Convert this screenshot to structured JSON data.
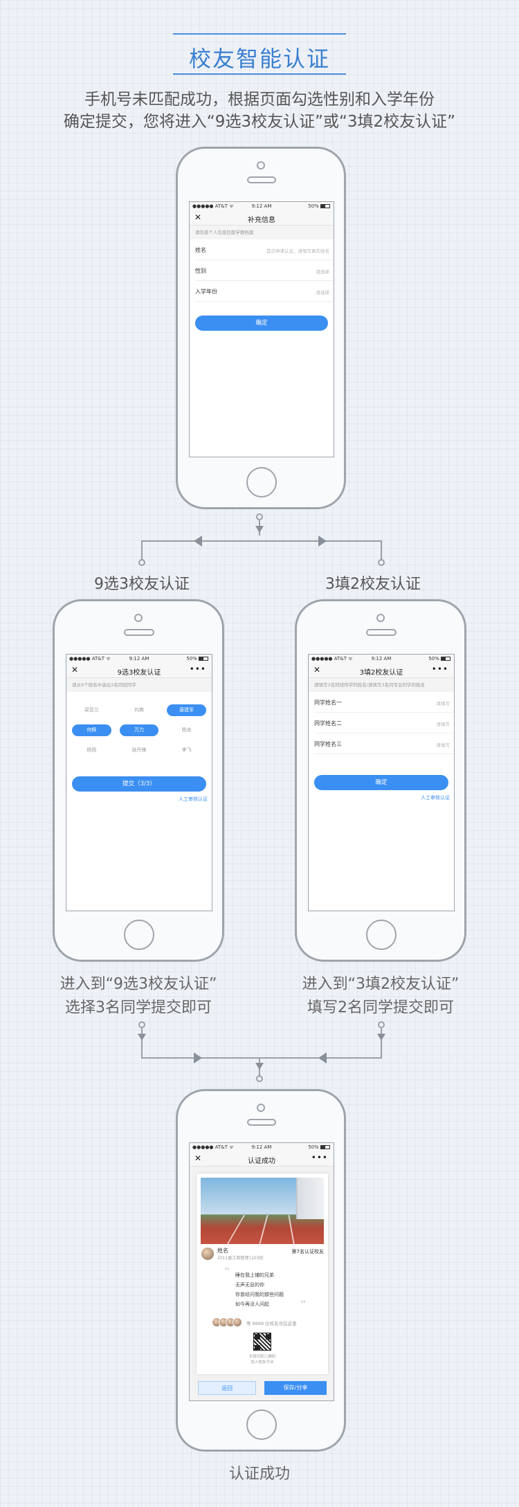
{
  "header": {
    "title": "校友智能认证",
    "intro_line1": "手机号未匹配成功，根据页面勾选性别和入学年份",
    "intro_line2": "确定提交，您将进入“9选3校友认证”或“3填2校友认证”"
  },
  "status_bar": {
    "carrier": "●●●●● AT&T ᯤ",
    "time": "9:12 AM",
    "battery": "50%"
  },
  "phone1": {
    "nav_title": "补充信息",
    "hint": "请完善个人信息匹配学籍档案",
    "fields": [
      {
        "label": "姓名",
        "placeholder": "首次申请认证，请填写真实姓名"
      },
      {
        "label": "性别",
        "placeholder": "请选择"
      },
      {
        "label": "入学年份",
        "placeholder": "请选择"
      }
    ],
    "confirm": "确定"
  },
  "branch_left": {
    "title": "9选3校友认证",
    "nav_title": "9选3校友认证",
    "hint": "请从9个姓名中选出3名同班同学",
    "chips": [
      {
        "name": "梁亚兰",
        "selected": false
      },
      {
        "name": "刘爽",
        "selected": false
      },
      {
        "name": "唐建军",
        "selected": true
      },
      {
        "name": "何辉",
        "selected": true
      },
      {
        "name": "万力",
        "selected": true
      },
      {
        "name": "杨龙",
        "selected": false
      },
      {
        "name": "杨简",
        "selected": false
      },
      {
        "name": "张丹锋",
        "selected": false
      },
      {
        "name": "李飞",
        "selected": false
      }
    ],
    "submit": "提交（3/3）",
    "manual": "人工审核认证",
    "caption_line1": "进入到“9选3校友认证”",
    "caption_line2": "选择3名同学提交即可"
  },
  "branch_right": {
    "title": "3填2校友认证",
    "nav_title": "3填2校友认证",
    "hint": "请填写3名同班同学的姓名/请填写3名同专业同学的姓名",
    "fields": [
      {
        "label": "同学姓名一",
        "placeholder": "请填写"
      },
      {
        "label": "同学姓名二",
        "placeholder": "请填写"
      },
      {
        "label": "同学姓名三",
        "placeholder": "请填写"
      }
    ],
    "confirm": "确定",
    "manual": "人工审核认证",
    "caption_line1": "进入到“3填2校友认证”",
    "caption_line2": "填写2名同学提交即可"
  },
  "success": {
    "nav_title": "认证成功",
    "user_name": "姓名",
    "user_class": "2011届工商管理1103班",
    "rank": "第7名认证校友",
    "poem": [
      "睡在我上铺的兄弟",
      "无声无息的你",
      "你曾经问我的那些问题",
      "如今再没人问起"
    ],
    "friends_text": "等 8888 位校友也在这里",
    "qr_caption_line1": "长按识别二维码",
    "qr_caption_line2": "加入校友平台",
    "btn_back": "返回",
    "btn_save": "保存/分享",
    "caption": "认证成功"
  },
  "colors": {
    "accent": "#3b8ff2",
    "title": "#3a7fd0",
    "line": "#9aa0a8"
  }
}
